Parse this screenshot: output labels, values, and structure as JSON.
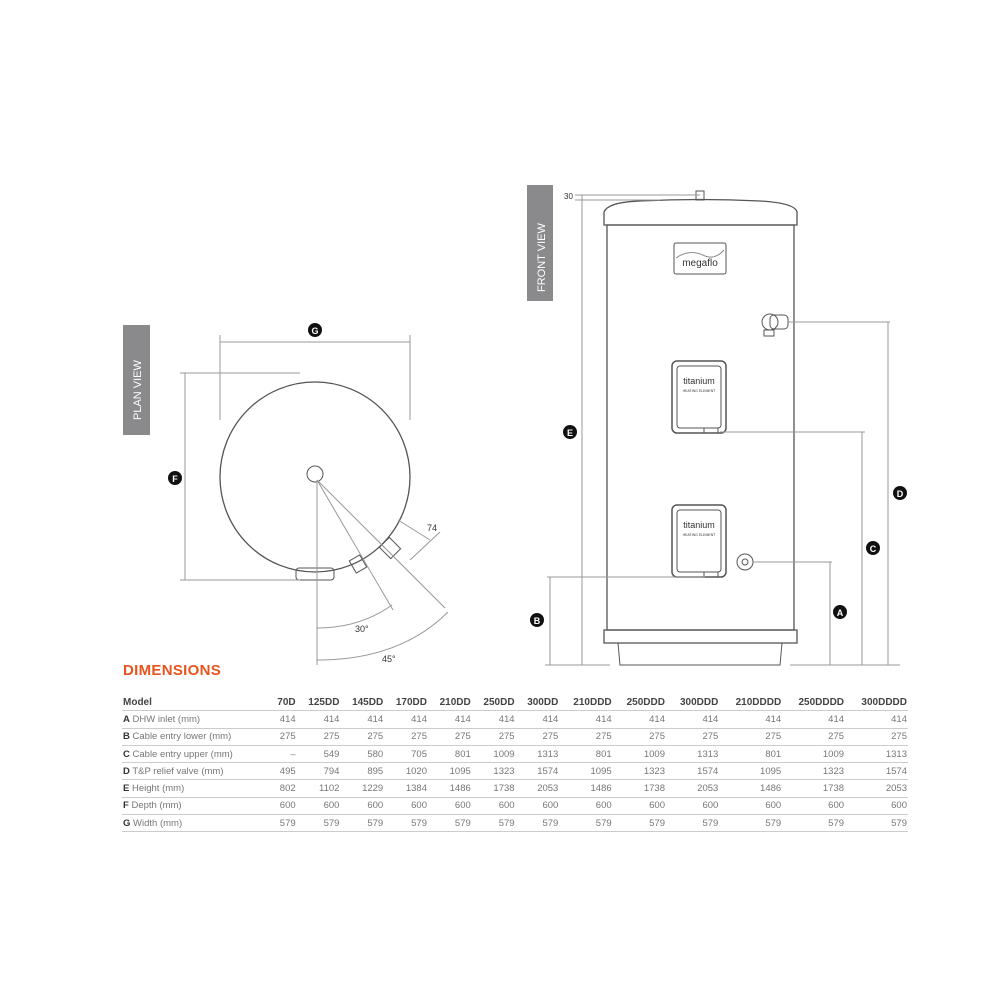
{
  "plan_view": {
    "tab_label": "PLAN VIEW",
    "dim_g": "G",
    "dim_f": "F",
    "offset": "74",
    "angle_1": "30°",
    "angle_2": "45°"
  },
  "front_view": {
    "tab_label": "FRONT VIEW",
    "top_offset": "30",
    "dim_a": "A",
    "dim_b": "B",
    "dim_c": "C",
    "dim_d": "D",
    "dim_e": "E",
    "logo": "megaflo",
    "element_label": "titanium",
    "element_sub": "HEATING ELEMENT"
  },
  "dimensions": {
    "title": "DIMENSIONS",
    "header": [
      "Model",
      "70D",
      "125DD",
      "145DD",
      "170DD",
      "210DD",
      "250DD",
      "300DD",
      "210DDD",
      "250DDD",
      "300DDD",
      "210DDDD",
      "250DDDD",
      "300DDDD"
    ],
    "rows": [
      {
        "key": "A",
        "label": "DHW inlet (mm)",
        "values": [
          "414",
          "414",
          "414",
          "414",
          "414",
          "414",
          "414",
          "414",
          "414",
          "414",
          "414",
          "414",
          "414"
        ]
      },
      {
        "key": "B",
        "label": "Cable entry lower (mm)",
        "values": [
          "275",
          "275",
          "275",
          "275",
          "275",
          "275",
          "275",
          "275",
          "275",
          "275",
          "275",
          "275",
          "275"
        ]
      },
      {
        "key": "C",
        "label": "Cable entry upper (mm)",
        "values": [
          "–",
          "549",
          "580",
          "705",
          "801",
          "1009",
          "1313",
          "801",
          "1009",
          "1313",
          "801",
          "1009",
          "1313"
        ]
      },
      {
        "key": "D",
        "label": "T&P relief valve (mm)",
        "values": [
          "495",
          "794",
          "895",
          "1020",
          "1095",
          "1323",
          "1574",
          "1095",
          "1323",
          "1574",
          "1095",
          "1323",
          "1574"
        ]
      },
      {
        "key": "E",
        "label": "Height (mm)",
        "values": [
          "802",
          "1102",
          "1229",
          "1384",
          "1486",
          "1738",
          "2053",
          "1486",
          "1738",
          "2053",
          "1486",
          "1738",
          "2053"
        ]
      },
      {
        "key": "F",
        "label": "Depth (mm)",
        "values": [
          "600",
          "600",
          "600",
          "600",
          "600",
          "600",
          "600",
          "600",
          "600",
          "600",
          "600",
          "600",
          "600"
        ]
      },
      {
        "key": "G",
        "label": "Width (mm)",
        "values": [
          "579",
          "579",
          "579",
          "579",
          "579",
          "579",
          "579",
          "579",
          "579",
          "579",
          "579",
          "579",
          "579"
        ]
      }
    ]
  },
  "colors": {
    "accent": "#e8541e",
    "tab": "#8a8a8c",
    "line": "#555555"
  }
}
